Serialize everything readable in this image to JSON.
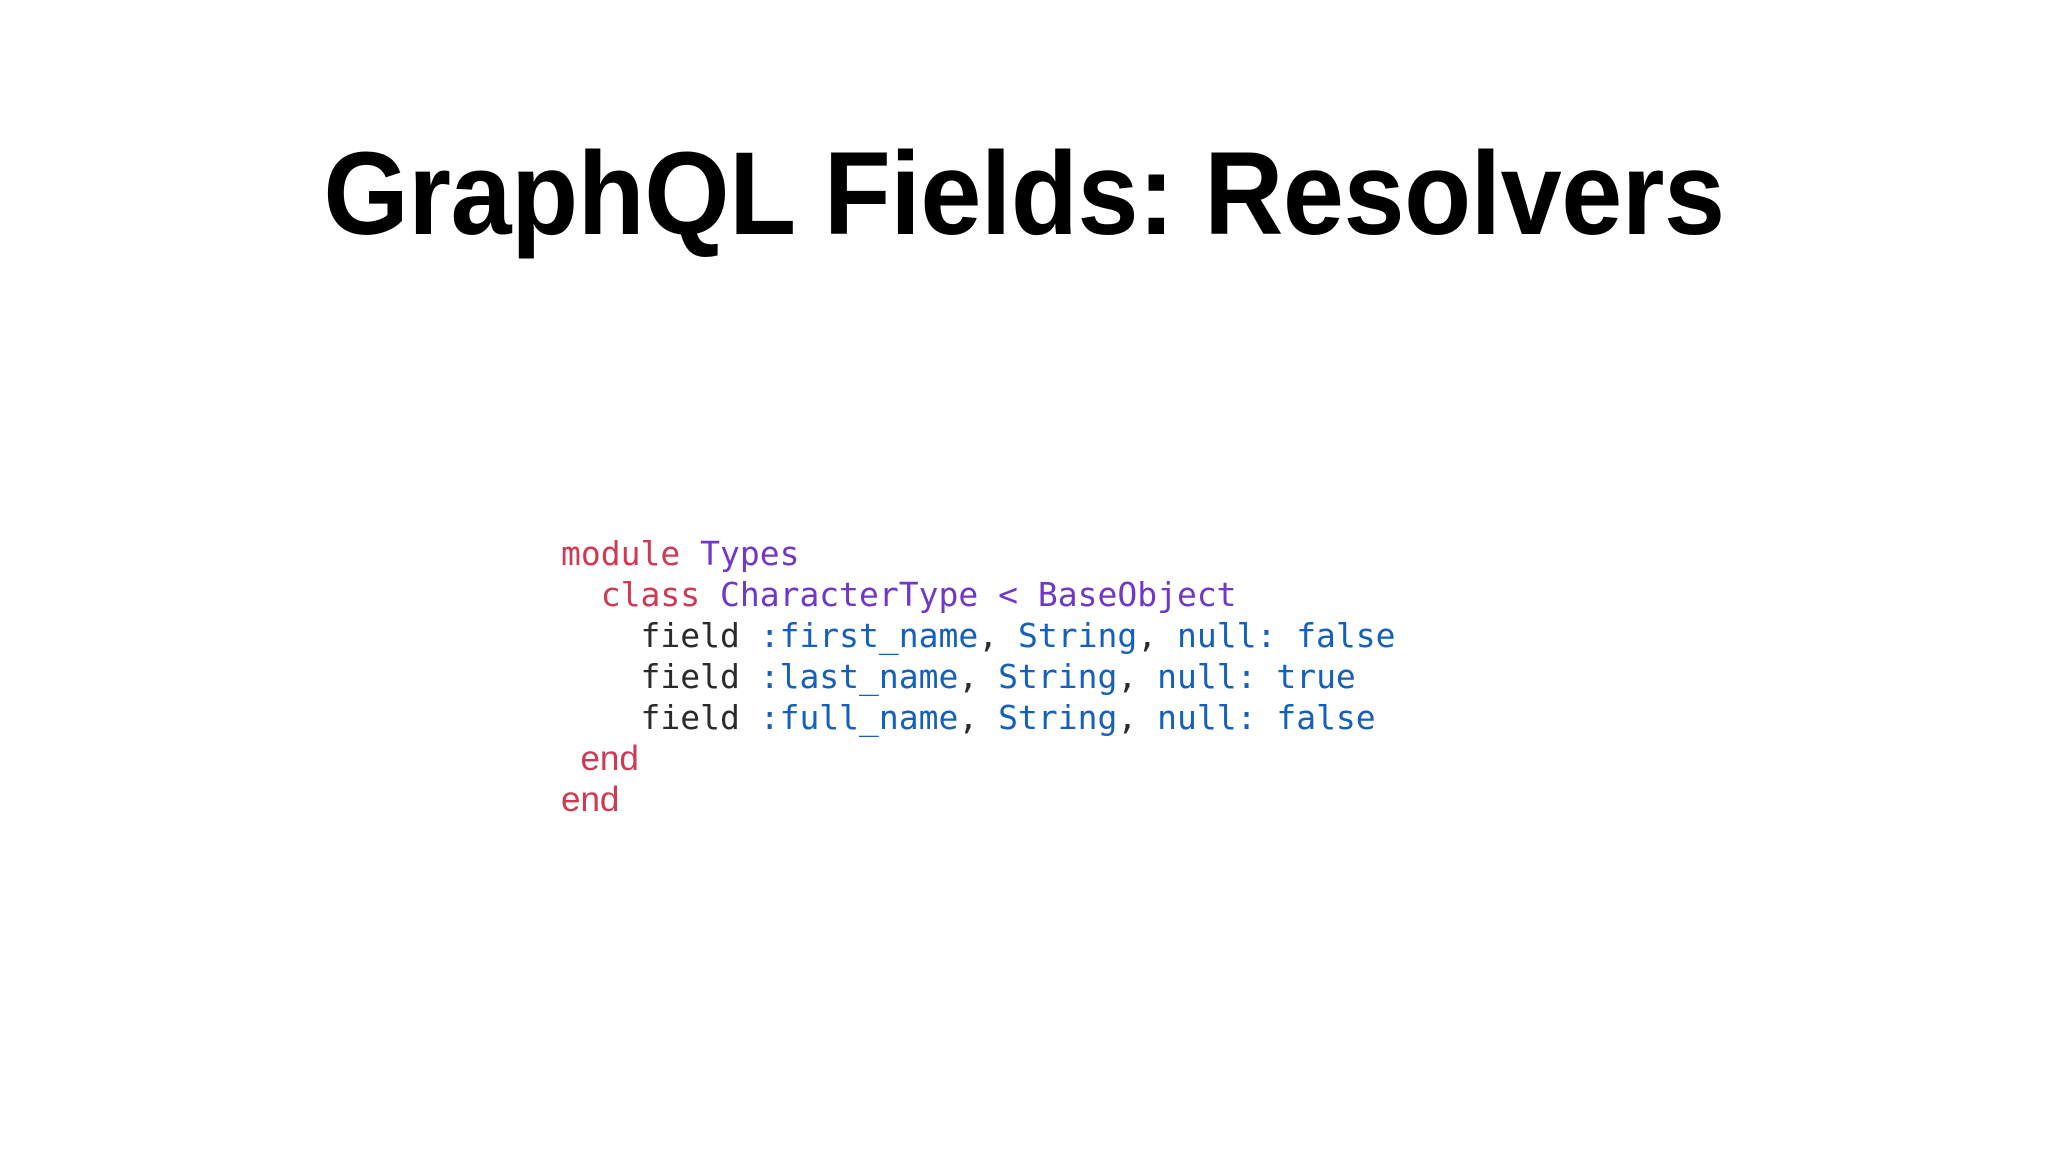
{
  "slide": {
    "title": "GraphQL Fields: Resolvers",
    "background_color": "#ffffff"
  },
  "palette": {
    "keyword": "#cf3a52",
    "constant": "#7038c8",
    "identifier": "#2b2b2b",
    "symbol": "#1560bd",
    "punctuation": "#2b2b2b",
    "title": "#000000"
  },
  "code": {
    "language": "ruby",
    "lines": [
      {
        "indent": "",
        "tokens": [
          {
            "text": "module",
            "kind": "keyword"
          },
          {
            "text": " ",
            "kind": "plain"
          },
          {
            "text": "Types",
            "kind": "constant"
          }
        ]
      },
      {
        "indent": "  ",
        "tokens": [
          {
            "text": "class",
            "kind": "keyword"
          },
          {
            "text": " ",
            "kind": "plain"
          },
          {
            "text": "CharacterType",
            "kind": "constant"
          },
          {
            "text": " ",
            "kind": "plain"
          },
          {
            "text": "<",
            "kind": "constant"
          },
          {
            "text": " ",
            "kind": "plain"
          },
          {
            "text": "BaseObject",
            "kind": "constant"
          }
        ]
      },
      {
        "indent": "    ",
        "tokens": [
          {
            "text": "field",
            "kind": "identifier"
          },
          {
            "text": " ",
            "kind": "plain"
          },
          {
            "text": ":first_name",
            "kind": "symbol"
          },
          {
            "text": ",",
            "kind": "punctuation"
          },
          {
            "text": " ",
            "kind": "plain"
          },
          {
            "text": "String",
            "kind": "symbol"
          },
          {
            "text": ",",
            "kind": "punctuation"
          },
          {
            "text": " ",
            "kind": "plain"
          },
          {
            "text": "null:",
            "kind": "symbol"
          },
          {
            "text": " ",
            "kind": "plain"
          },
          {
            "text": "false",
            "kind": "symbol"
          }
        ]
      },
      {
        "indent": "    ",
        "tokens": [
          {
            "text": "field",
            "kind": "identifier"
          },
          {
            "text": " ",
            "kind": "plain"
          },
          {
            "text": ":last_name",
            "kind": "symbol"
          },
          {
            "text": ",",
            "kind": "punctuation"
          },
          {
            "text": " ",
            "kind": "plain"
          },
          {
            "text": "String",
            "kind": "symbol"
          },
          {
            "text": ",",
            "kind": "punctuation"
          },
          {
            "text": " ",
            "kind": "plain"
          },
          {
            "text": "null:",
            "kind": "symbol"
          },
          {
            "text": " ",
            "kind": "plain"
          },
          {
            "text": "true",
            "kind": "symbol"
          }
        ]
      },
      {
        "indent": "    ",
        "tokens": [
          {
            "text": "field",
            "kind": "identifier"
          },
          {
            "text": " ",
            "kind": "plain"
          },
          {
            "text": ":full_name",
            "kind": "symbol"
          },
          {
            "text": ",",
            "kind": "punctuation"
          },
          {
            "text": " ",
            "kind": "plain"
          },
          {
            "text": "String",
            "kind": "symbol"
          },
          {
            "text": ",",
            "kind": "punctuation"
          },
          {
            "text": " ",
            "kind": "plain"
          },
          {
            "text": "null:",
            "kind": "symbol"
          },
          {
            "text": " ",
            "kind": "plain"
          },
          {
            "text": "false",
            "kind": "symbol"
          }
        ]
      },
      {
        "indent": "  ",
        "fallback_font": true,
        "tokens": [
          {
            "text": "end",
            "kind": "keyword"
          }
        ]
      },
      {
        "indent": "",
        "fallback_font": true,
        "tokens": [
          {
            "text": "end",
            "kind": "keyword"
          }
        ]
      }
    ]
  }
}
